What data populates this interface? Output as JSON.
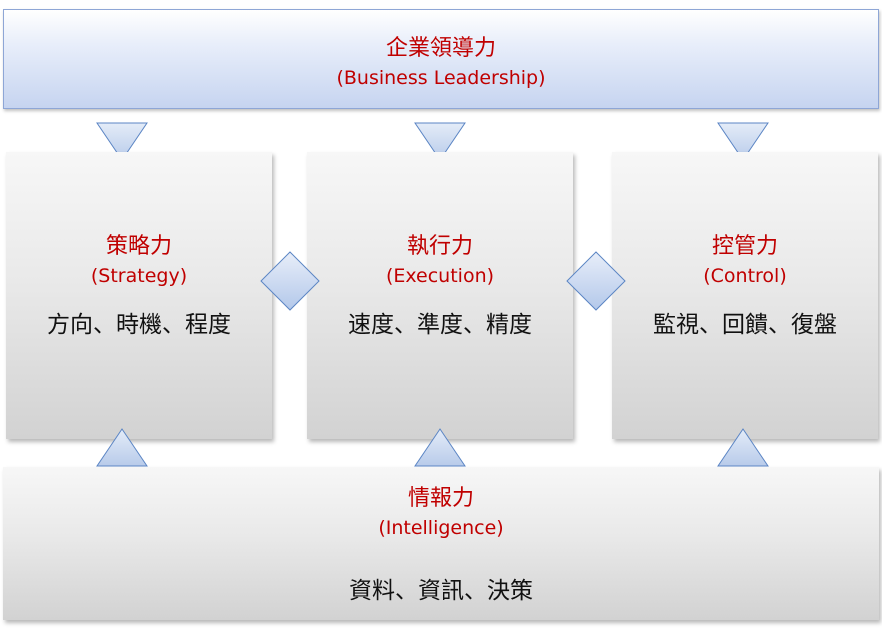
{
  "leadership": {
    "title": "企業領導力",
    "subtitle": "(Business Leadership)"
  },
  "pillars": [
    {
      "title": "策略力",
      "subtitle": "(Strategy)",
      "keywords": "方向、時機、程度"
    },
    {
      "title": "執行力",
      "subtitle": "(Execution)",
      "keywords": "速度、準度、精度"
    },
    {
      "title": "控管力",
      "subtitle": "(Control)",
      "keywords": "監視、回饋、復盤"
    }
  ],
  "intelligence": {
    "title": "情報力",
    "subtitle": "(Intelligence)",
    "keywords": "資料、資訊、決策"
  },
  "colors": {
    "title_text": "#c00000",
    "shape_fill": "#c6d9f1",
    "shape_stroke": "#4f81bd"
  }
}
